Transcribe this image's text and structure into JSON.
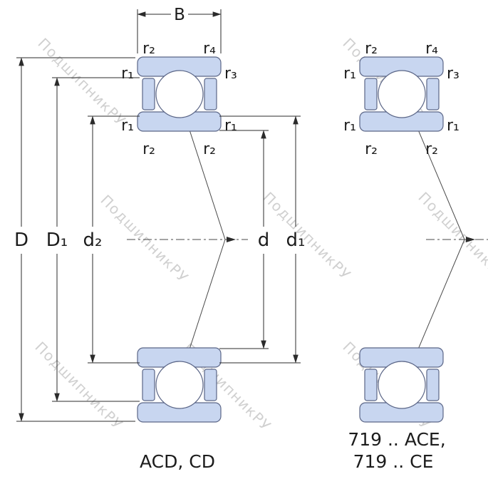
{
  "watermark": {
    "text": "ПодшипникРУ",
    "color": "#c8c8c8"
  },
  "palette": {
    "ring_fill": "#c8d6f0",
    "ring_stroke": "#5b6687",
    "line": "#2b2b2b",
    "background": "#ffffff"
  },
  "dims": {
    "B": "B",
    "D": "D",
    "D1": "D₁",
    "d2": "d₂",
    "d": "d",
    "d1": "d₁"
  },
  "r": {
    "r1": "r₁",
    "r2": "r₂",
    "r3": "r₃",
    "r4": "r₄"
  },
  "figures": {
    "left": {
      "caption": "ACD, CD"
    },
    "right": {
      "caption_line1": "719 .. ACE,",
      "caption_line2": "719 .. CE"
    }
  }
}
